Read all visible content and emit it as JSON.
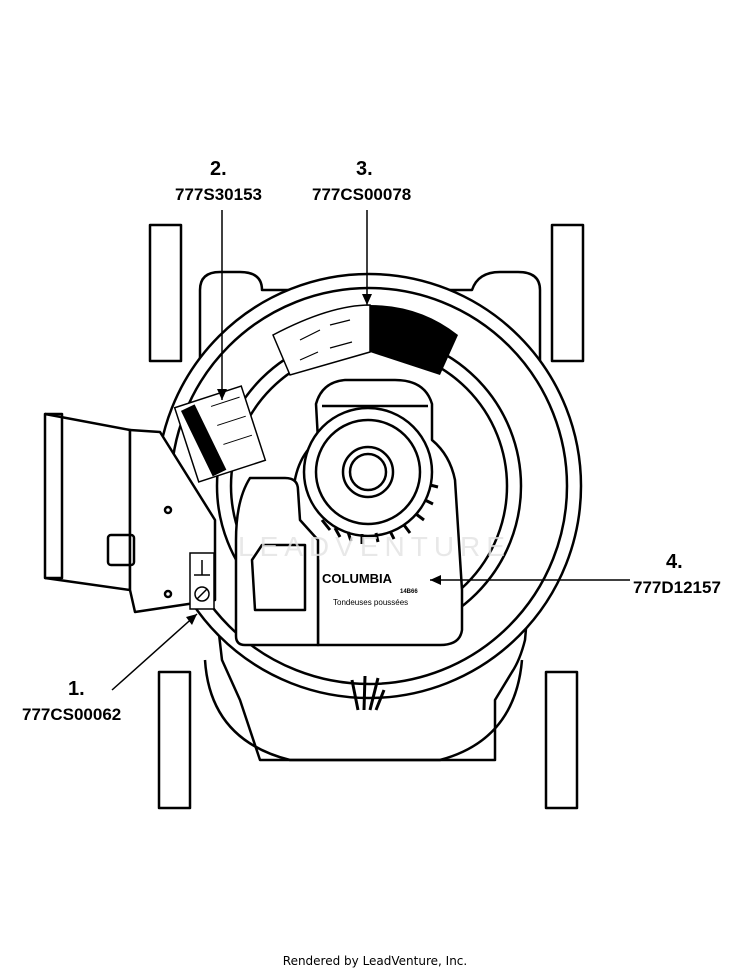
{
  "callouts": [
    {
      "number": "1.",
      "part": "777CS00062"
    },
    {
      "number": "2.",
      "part": "777S30153"
    },
    {
      "number": "3.",
      "part": "777CS00078"
    },
    {
      "number": "4.",
      "part": "777D12157"
    }
  ],
  "engine_label": {
    "brand": "COLUMBIA",
    "subtitle": "Tondeuses poussées",
    "model": "14B66"
  },
  "watermark": "LEADVENTURE",
  "footer": "Rendered by LeadVenture, Inc."
}
